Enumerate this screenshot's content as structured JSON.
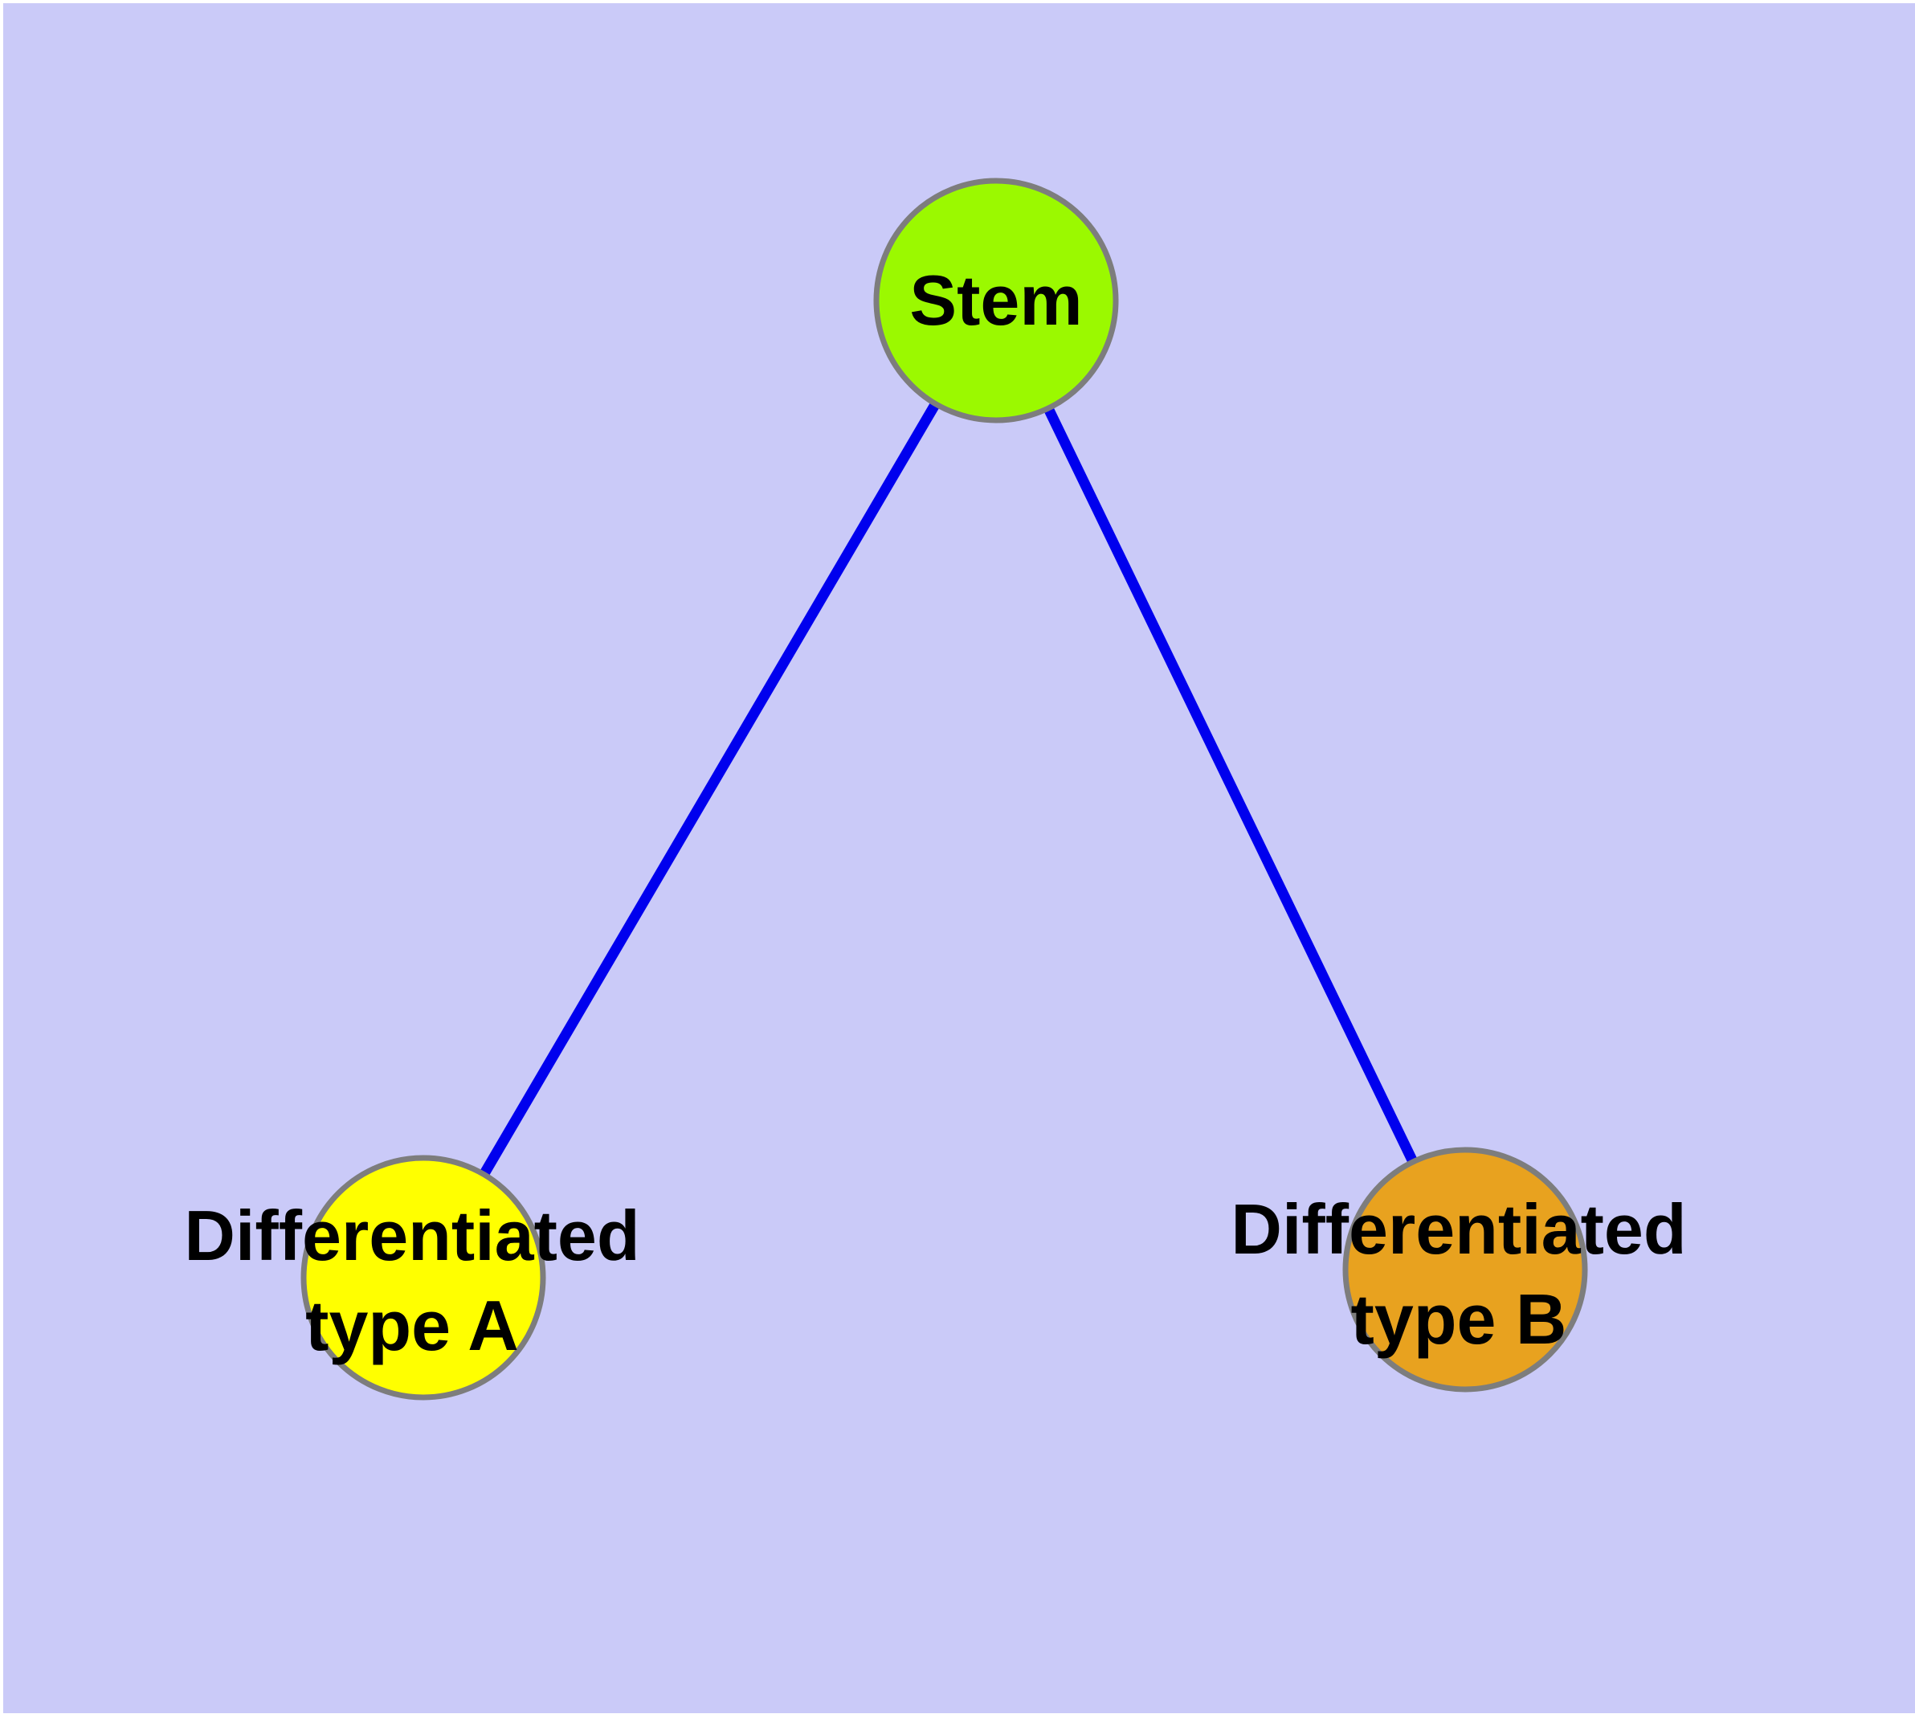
{
  "diagram": {
    "type": "network-graph",
    "background_color": "#CACAF8",
    "page_margin_color": "#FFFFFF",
    "edge_color": "#0000EE",
    "node_border_color": "#7D7D7D",
    "label_color": "#000000",
    "nodes": [
      {
        "id": "stem",
        "label": "Stem",
        "lines": [
          "Stem"
        ],
        "fill": "#9BF900"
      },
      {
        "id": "differentiated-type-a",
        "label": "Differentiated type A",
        "lines": [
          "Differentiated",
          "type A"
        ],
        "fill": "#FFFF00"
      },
      {
        "id": "differentiated-type-b",
        "label": "Differentiated type B",
        "lines": [
          "Differentiated",
          "type B"
        ],
        "fill": "#E8A21F"
      }
    ],
    "edges": [
      {
        "from": "stem",
        "to": "differentiated-type-a"
      },
      {
        "from": "stem",
        "to": "differentiated-type-b"
      }
    ]
  }
}
